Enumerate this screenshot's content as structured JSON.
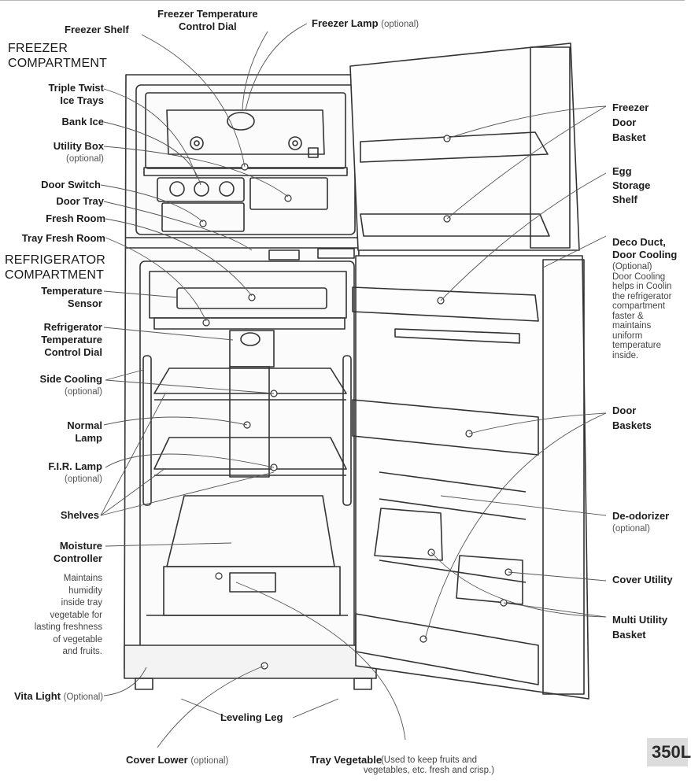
{
  "sections": {
    "freezer": "FREEZER\nCOMPARTMENT",
    "refrigerator": "REFRIGERATOR\nCOMPARTMENT"
  },
  "labels": {
    "freezer_shelf": "Freezer Shelf",
    "freezer_temp_dial": "Freezer Temperature\nControl Dial",
    "freezer_lamp": "Freezer Lamp",
    "freezer_lamp_opt": "(optional)",
    "triple_twist": "Triple Twist\nIce Trays",
    "bank_ice": "Bank Ice",
    "utility_box": "Utility Box",
    "utility_box_opt": "(optional)",
    "door_switch": "Door Switch",
    "door_tray": "Door Tray",
    "fresh_room": "Fresh Room",
    "tray_fresh_room": "Tray Fresh Room",
    "temp_sensor": "Temperature\nSensor",
    "fridge_temp_dial": "Refrigerator\nTemperature\nControl Dial",
    "side_cooling": "Side Cooling",
    "side_cooling_opt": "(optional)",
    "normal_lamp": "Normal\nLamp",
    "fir_lamp": "F.I.R. Lamp",
    "fir_lamp_opt": "(optional)",
    "shelves": "Shelves",
    "moisture_controller": "Moisture\nController",
    "moisture_desc": "Maintains\nhumidity\ninside tray\nvegetable for\nlasting freshness\nof vegetable\nand fruits.",
    "vita_light": "Vita Light",
    "vita_light_opt": "(Optional)",
    "leveling_leg": "Leveling Leg",
    "cover_lower": "Cover Lower",
    "cover_lower_opt": "(optional)",
    "tray_vegetable": "Tray Vegetable",
    "tray_vegetable_desc": "(Used to keep fruits and\nvegetables, etc. fresh and crisp.)",
    "freezer_door_basket": "Freezer\nDoor\nBasket",
    "egg_storage": "Egg\nStorage\nShelf",
    "deco_duct": "Deco Duct,\nDoor Cooling",
    "deco_duct_desc": "(Optional)\nDoor Cooling\nhelps in Coolin\nthe refrigerator\ncompartment\nfaster &\nmaintains\nuniform\ntemperature\ninside.",
    "door_baskets": "Door\nBaskets",
    "deodorizer": "De-odorizer",
    "deodorizer_opt": "(optional)",
    "cover_utility": "Cover Utility",
    "multi_utility": "Multi Utility\nBasket"
  },
  "model": "350L",
  "colors": {
    "line": "#3a3a3a",
    "badge_bg": "#dcdcdc"
  }
}
